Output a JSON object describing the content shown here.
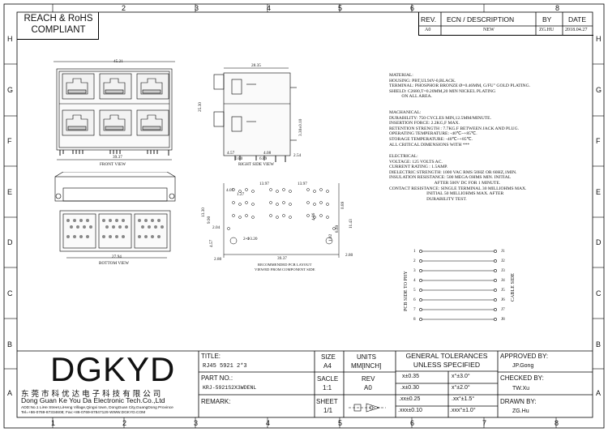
{
  "grid": {
    "columns": [
      "1",
      "2",
      "3",
      "4",
      "5",
      "6",
      "7",
      "8"
    ],
    "rows": [
      "H",
      "G",
      "F",
      "E",
      "D",
      "C",
      "B",
      "A"
    ]
  },
  "compliance": "REACH & RoHS\nCOMPLIANT",
  "revision_table": {
    "headers": [
      "REV.",
      "ECN / DESCRIPTION",
      "BY",
      "DATE"
    ],
    "row": [
      "A0",
      "NEW",
      "ZG.HU",
      "2018.04.27"
    ]
  },
  "views": {
    "front": "FRONT VIEW",
    "right_side": "RIGHT SIDE VIEW",
    "bottom": "BOTTOM VIEW",
    "pcb_layout": [
      "RECOMMENDED PCB LAYOUT",
      "VIEWED FROM COMPONENT SIDE"
    ]
  },
  "dimensions": {
    "front_width_top": "45.21",
    "front_width": "39.37",
    "side_width": "28.35",
    "side_height": "25.30",
    "side_d1": "3.30±0.10",
    "side_d2": "4.57",
    "side_d3": "0.80",
    "side_d4": "4.08",
    "side_d5": "6.89",
    "side_d6": "2.54",
    "bottom_width": "27.94",
    "bottom_total": "39.37",
    "pcb_a": "4.07",
    "pcb_b": "1.27",
    "pcb_c": "13.97",
    "pcb_d": "13.97",
    "pcb_e": "13.30",
    "pcb_f": "9.90",
    "pcb_g": "2.04",
    "pcb_h": "4.57",
    "pcb_i": "2-Φ3.20",
    "pcb_j": "2.80",
    "pcb_k": "2.80",
    "pcb_l": "4.06",
    "pcb_m": "8.89",
    "pcb_n": "11.43",
    "pcb_o": "0.89",
    "pcb_p": "1.02"
  },
  "material": [
    "MATERIAL:",
    "HOUSING: PBT,UL94V-0,BLACK.",
    "TERMINAL: PHOSPHOR BRONZE Ø=0.46MM, G/FU\" GOLD PLATING.",
    "SHIELD: C2680,T=0.20MM,20 MIN NICKEL PLATING",
    "           ON ALL AREA."
  ],
  "mechanical": [
    "MACHANICAL:",
    "DURABILITY: 750 CYCLES MIN,12.5MM/MINUTE.",
    "INSERTION FORCE: 2.2KG,F MAX.",
    "RETENTION STRENGTH : 7.7KG.F BETWEEN JACK AND PLUG.",
    "OPERATING TEMPERATURE: -40℃~+85℃.",
    "STORAGE TEMPERATURE: -40℃~+85℃.",
    "ALL CRITICAL DIMENSIONS WITH ***"
  ],
  "electrical": [
    "ELECTRICAL:",
    "VOLTAGE: 125 VOLTS AC.",
    "CURRENT RATING : 1.5AMP.",
    "DIELECTRIC STRENGTH: 1000 VAC RMS 50HZ OR 60HZ,1MIN.",
    "INSULATION RESISTANCE: 500 MEGA OHMS MIN. INITIAL",
    "                                        AFTER 500V DC FOR 1 MINUTE.",
    "CONTACT RESISTANCE: SINGLE TERMINAL 30 MILLIOHMS MAX.",
    "                                 INITIAL 50 MILLIOHMS MAX. AFTER",
    "                                 DURABILITY TEST."
  ],
  "schematic": {
    "left_pins": [
      "1",
      "2",
      "3",
      "4",
      "5",
      "6",
      "7",
      "8"
    ],
    "right_pins": [
      "J1",
      "J2",
      "J3",
      "J4",
      "J5",
      "J6",
      "J7",
      "J8"
    ],
    "left_label": "PCB SIDE TO PHY",
    "right_label": "CABLE SIDE"
  },
  "title_block": {
    "company_logo": "DGKYD",
    "company_cn": "东 莞 市 科 优 达 电 子 科 技 有 限 公 司",
    "company_en": "Dong Guan Ke You Da Electronic Tech.Co.,Ltd",
    "address": "ADD:No.1 LiHe Street,LiHeng Village,Qingxi town, DongGuan City,GuangDong Province",
    "tel": "Tel=+86-0769-87334608; Fax:+86-0769-87847129  WWW.DGKYD.COM",
    "title_label": "TITLE:",
    "title_value": "RJ45 5921 2*3",
    "part_label": "PART NO.:",
    "part_value": "KRJ-5921S2X3WDENL",
    "remark_label": "REMARK:",
    "size_label": "SIZE",
    "size_value": "A4",
    "units_label": "UNITS",
    "units_value": "MM[INCH]",
    "scale_label": "SACLE",
    "scale_value": "1:1",
    "rev_label": "REV",
    "rev_value": "A0",
    "sheet_label": "SHEET",
    "sheet_value": "1/1",
    "tolerance_title": "GENERAL TOLERANCES\nUNLESS SPECIFIED",
    "tolerances": [
      [
        "x±0.35",
        "x°±3.0°"
      ],
      [
        ".x±0.30",
        "x°±2.0°"
      ],
      [
        ".xx±0.25",
        ".xx°±1.5°"
      ],
      [
        ".xxx±0.10",
        ".xxx°±1.0°"
      ]
    ],
    "approved_label": "APPROVED BY:",
    "approved_value": "JP.Gong",
    "checked_label": "CHECKED BY:",
    "checked_value": "TW.Xu",
    "drawn_label": "DRAWN BY:",
    "drawn_value": "ZG.Hu"
  }
}
